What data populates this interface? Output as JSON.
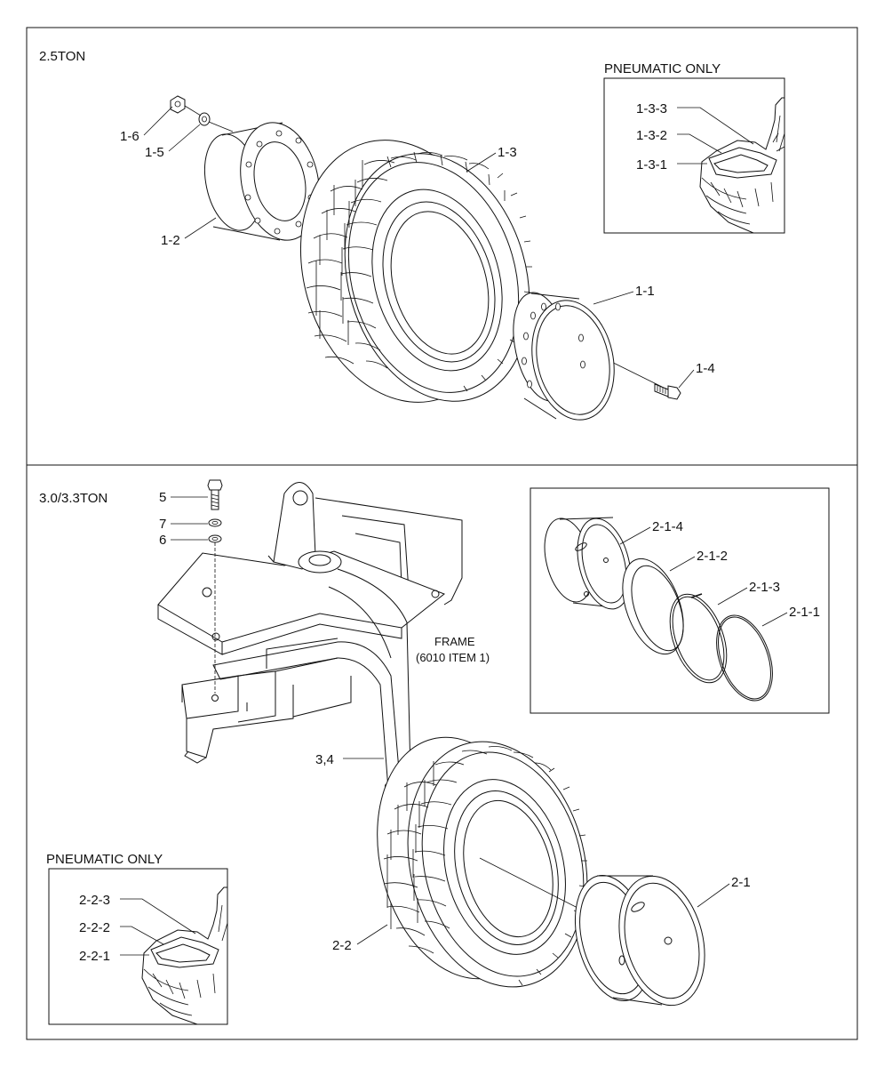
{
  "sections": {
    "top_title": "2.5TON",
    "bottom_title": "3.0/3.3TON"
  },
  "insets": {
    "top_pneumatic": "PNEUMATIC ONLY",
    "bottom_pneumatic": "PNEUMATIC ONLY"
  },
  "frame_note": {
    "line1": "FRAME",
    "line2": "(6010 ITEM 1)"
  },
  "labels": {
    "p1_1": "1-1",
    "p1_2": "1-2",
    "p1_3": "1-3",
    "p1_4": "1-4",
    "p1_5": "1-5",
    "p1_6": "1-6",
    "p1_3_1": "1-3-1",
    "p1_3_2": "1-3-2",
    "p1_3_3": "1-3-3",
    "p2_1": "2-1",
    "p2_2": "2-2",
    "p2_1_1": "2-1-1",
    "p2_1_2": "2-1-2",
    "p2_1_3": "2-1-3",
    "p2_1_4": "2-1-4",
    "p2_2_1": "2-2-1",
    "p2_2_2": "2-2-2",
    "p2_2_3": "2-2-3",
    "p3_4": "3,4",
    "p5": "5",
    "p6": "6",
    "p7": "7"
  }
}
